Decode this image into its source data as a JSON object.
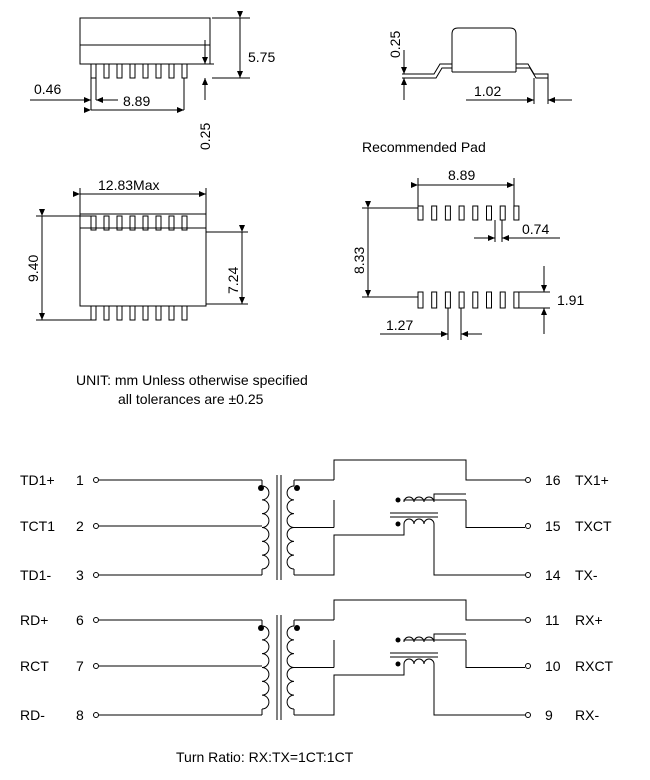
{
  "dimensions": {
    "side_height": "5.75",
    "lead_width": "0.46",
    "lead_span": "8.89",
    "standoff": "0.25",
    "end_lead_thickness": "0.25",
    "end_lead_length": "1.02",
    "body_length_max": "12.83Max",
    "overall_width": "9.40",
    "body_width": "7.24"
  },
  "pad": {
    "title": "Recommended Pad",
    "span": "8.89",
    "pad_width": "0.74",
    "row_spacing": "8.33",
    "pad_length": "1.91",
    "pitch": "1.27"
  },
  "notes": {
    "unit_line": "UNIT:  mm Unless otherwise specified",
    "tolerance_line": "all tolerances are ±0.25"
  },
  "schematic": {
    "left_pins": [
      {
        "name": "TD1+",
        "num": "1"
      },
      {
        "name": "TCT1",
        "num": "2"
      },
      {
        "name": "TD1-",
        "num": "3"
      },
      {
        "name": "RD+",
        "num": "6"
      },
      {
        "name": "RCT",
        "num": "7"
      },
      {
        "name": "RD-",
        "num": "8"
      }
    ],
    "right_pins": [
      {
        "num": "16",
        "name": "TX1+"
      },
      {
        "num": "15",
        "name": "TXCT"
      },
      {
        "num": "14",
        "name": "TX-"
      },
      {
        "num": "11",
        "name": "RX+"
      },
      {
        "num": "10",
        "name": "RXCT"
      },
      {
        "num": "9",
        "name": "RX-"
      }
    ],
    "turn_ratio": "Turn Ratio: RX:TX=1CT:1CT"
  }
}
